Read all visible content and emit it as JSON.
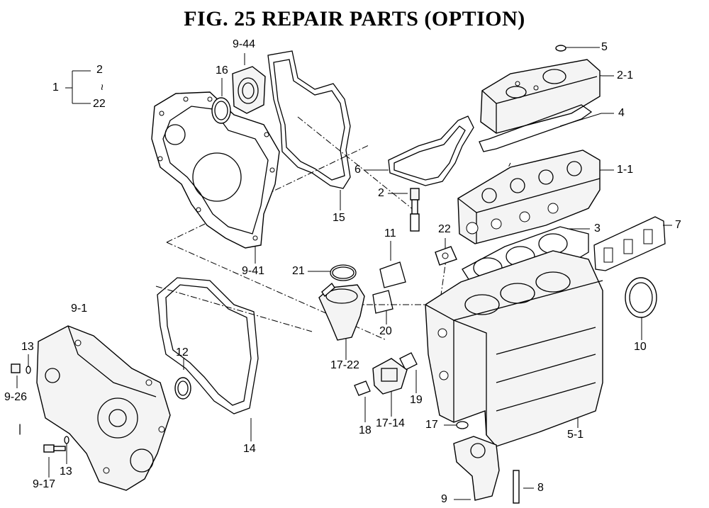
{
  "title": "FIG. 25  REPAIR PARTS (OPTION)",
  "labels": {
    "p1": "1",
    "p2top": "2",
    "p22": "22",
    "tilde": "~",
    "p9_44": "9-44",
    "p16": "16",
    "p5": "5",
    "p2_1": "2-1",
    "p4": "4",
    "p6": "6",
    "p1_1": "1-1",
    "p2": "2",
    "p15": "15",
    "p7": "7",
    "p3": "3",
    "p22b": "22",
    "p11": "11",
    "p9_41": "9-41",
    "p21": "21",
    "p9_1": "9-1",
    "p10": "10",
    "p13a": "13",
    "p12": "12",
    "p20": "20",
    "p9_26": "9-26",
    "p17_22": "17-22",
    "p19": "19",
    "p17_14": "17-14",
    "p18": "18",
    "p17": "17",
    "p5_1": "5-1",
    "p14": "14",
    "p13b": "13",
    "p9_17": "9-17",
    "p8": "8",
    "p9": "9",
    "pbar": "|"
  }
}
